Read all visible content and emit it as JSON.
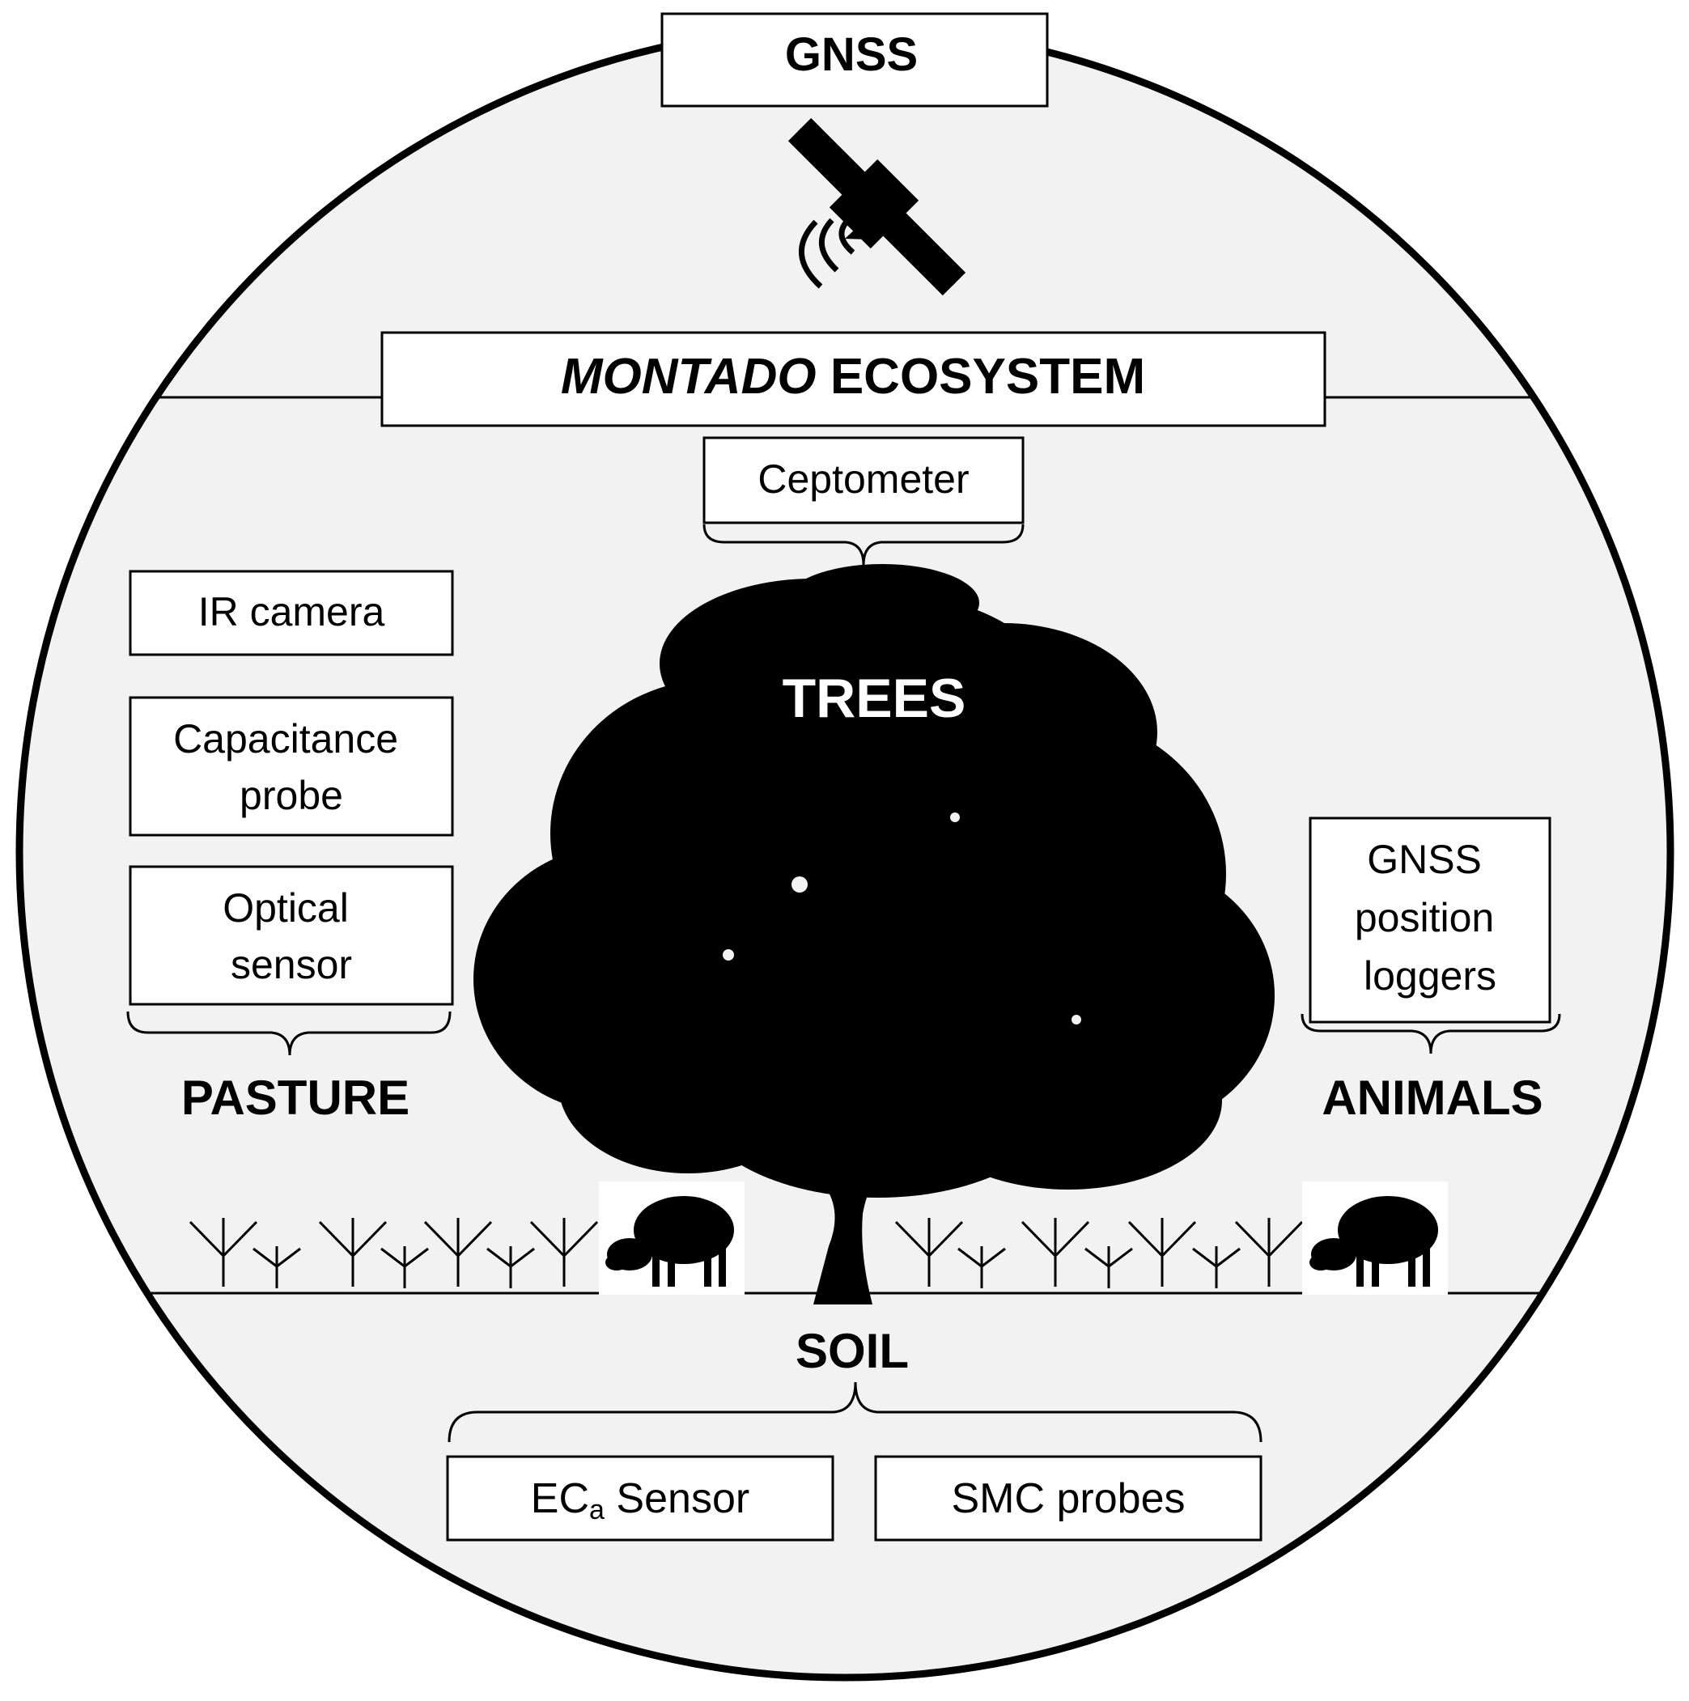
{
  "gnss_header": "GNSS",
  "ecosystem_title": {
    "italic": "MONTADO",
    "rest": " ECOSYSTEM"
  },
  "trees": {
    "label": "TREES",
    "sensor": "Ceptometer"
  },
  "pasture": {
    "label": "PASTURE",
    "sensors": {
      "ir_camera": "IR camera",
      "capacitance_probe": [
        "Capacitance",
        "probe"
      ],
      "optical_sensor": [
        "Optical",
        "sensor"
      ]
    }
  },
  "animals": {
    "label": "ANIMALS",
    "sensor": [
      "GNSS",
      "position",
      "loggers"
    ]
  },
  "soil": {
    "label": "SOIL",
    "sensors": {
      "eca_main": "EC",
      "eca_sub": "a",
      "eca_rest": " Sensor",
      "smc_probes": "SMC probes"
    }
  },
  "icons": {
    "satellite": "satellite-icon",
    "tree": "tree-icon",
    "sheep": "sheep-icon",
    "grass": "grass-icon"
  },
  "colors": {
    "background": "#f2f2f2",
    "ink": "#000000",
    "box": "#ffffff"
  }
}
